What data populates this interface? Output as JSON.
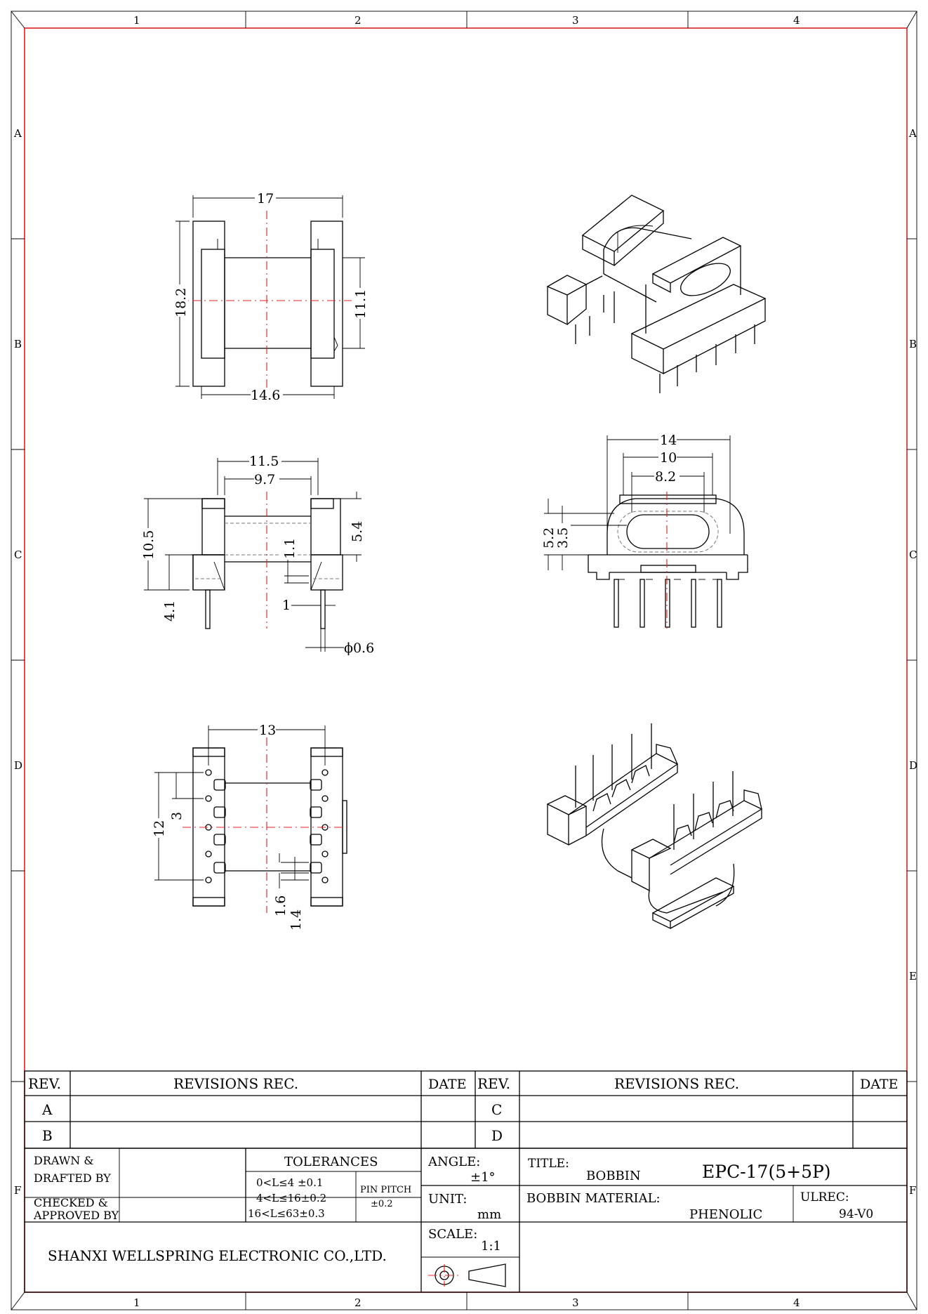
{
  "zones": {
    "columns": [
      "1",
      "2",
      "3",
      "4"
    ],
    "rows": [
      "A",
      "B",
      "C",
      "D",
      "E",
      "F"
    ]
  },
  "dimensions": {
    "top_width": "17",
    "top_height": "18.2",
    "top_inner_height": "11.1",
    "top_bottom_width": "14.6",
    "side_width_outer": "11.5",
    "side_width_inner": "9.7",
    "side_height": "10.5",
    "side_flange": "5.4",
    "side_base": "4.1",
    "side_wall": "1.1",
    "side_pin_offset": "1",
    "pin_diameter": "ϕ0.6",
    "front_width_outer": "14",
    "front_width_mid": "10",
    "front_width_inner": "8.2",
    "front_height_a": "5.2",
    "front_height_b": "3.5",
    "bottom_width": "13",
    "bottom_height": "12",
    "bottom_pitch": "3",
    "bottom_slot": "1.6",
    "bottom_slot_gap": "1.4"
  },
  "revisions": {
    "rev_header": "REV.",
    "records_header": "REVISIONS REC.",
    "date_header": "DATE",
    "left_revs": [
      "A",
      "B"
    ],
    "right_revs": [
      "C",
      "D"
    ]
  },
  "title_block": {
    "drawn_label_1": "DRAWN  &",
    "drawn_label_2": "DRAFTED BY",
    "checked_label_1": "CHECKED  &",
    "checked_label_2": "APPROVED BY",
    "tolerances_label": "TOLERANCES",
    "tolerance_1": "0<L≤4  ±0.1",
    "tolerance_2": "4<L≤16±0.2",
    "tolerance_3": "16<L≤63±0.3",
    "pin_pitch_label": "PIN PITCH",
    "pin_pitch_value": "±0.2",
    "angle_label": "ANGLE:",
    "angle_value": "±1°",
    "unit_label": "UNIT:",
    "unit_value": "mm",
    "scale_label": "SCALE:",
    "scale_value": "1:1",
    "title_label": "TITLE:",
    "title_name": "BOBBIN",
    "title_part": "EPC-17(5+5P)",
    "material_label": "BOBBIN MATERIAL:",
    "material_value": "PHENOLIC",
    "ulrec_label": "ULREC:",
    "ulrec_value": "94-V0",
    "company": "SHANXI WELLSPRING ELECTRONIC CO.,LTD."
  },
  "colors": {
    "border": "#e02020",
    "lines": "#000000",
    "center_lines": "#e02020"
  }
}
